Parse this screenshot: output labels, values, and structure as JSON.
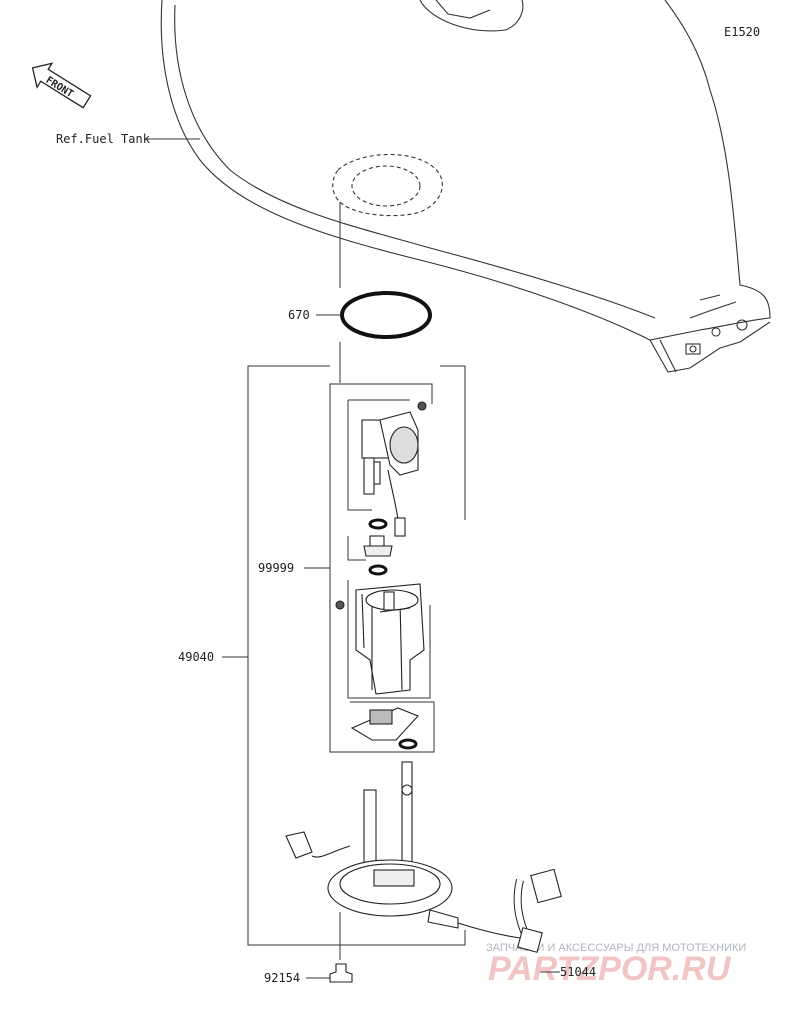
{
  "diagram_code": "E1520",
  "front_label": "FRONT",
  "parts": {
    "fuel_tank_ref": "Ref.Fuel Tank",
    "oring": "670",
    "assembly_kit": "99999",
    "pump_assembly": "49040",
    "bolt": "92154",
    "hose": "51044"
  },
  "watermark": {
    "tagline": "ЗАПЧАСТИ И АКСЕССУАРЫ ДЛЯ МОТОТЕХНИКИ",
    "brand": "PARTZPOR.RU"
  }
}
